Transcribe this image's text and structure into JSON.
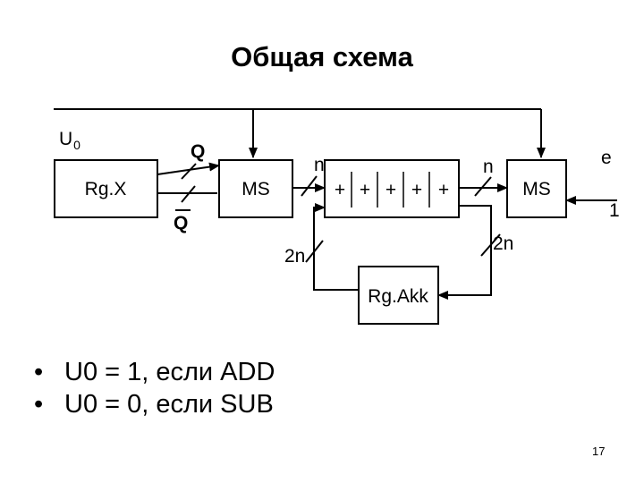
{
  "title": "Общая схема",
  "diagram": {
    "blocks": {
      "rgx": "Rg.X",
      "ms_left": "MS",
      "adder_cells": [
        "+",
        "+",
        "+",
        "+",
        "+"
      ],
      "ms_right": "MS",
      "rgakk": "Rg.Akk"
    },
    "labels": {
      "u0_main": "U",
      "u0_sub": "0",
      "q": "Q",
      "q_bar": "Q",
      "n_left": "n",
      "n_right": "n",
      "e": "e",
      "one": "1",
      "two_n_left": "2n",
      "two_n_right": "2n"
    }
  },
  "bullets": {
    "marker": "•",
    "items": [
      "U0 = 1, если ADD",
      "U0 = 0, если SUB"
    ]
  },
  "page_number": "17"
}
